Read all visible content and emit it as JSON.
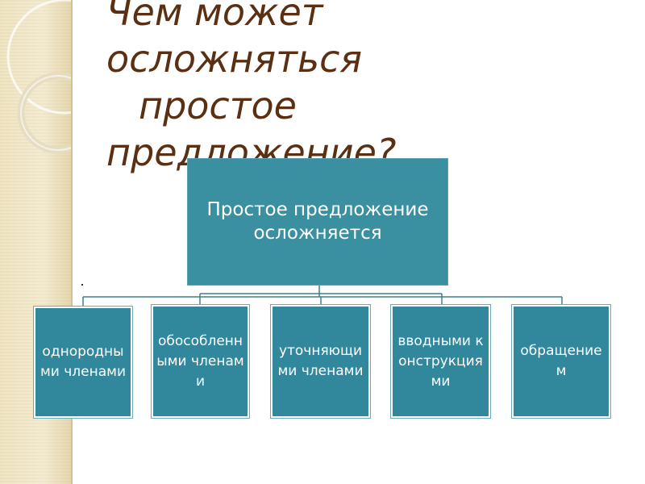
{
  "slide": {
    "title_lines": [
      "Чем может",
      "осложняться",
      "простое",
      "предложение?"
    ]
  },
  "diagram": {
    "root": {
      "label": "Простое предложение осложняется"
    },
    "children": [
      {
        "label": "однородными членами"
      },
      {
        "label": "обособленными членами"
      },
      {
        "label": "уточняющими членами"
      },
      {
        "label": "вводными конструкциями"
      },
      {
        "label": "обращением"
      }
    ]
  },
  "colors": {
    "title": "#5b2f12",
    "box_fill": "#3a8fa1",
    "connector": "#3f7f8c",
    "panel": "#efe2bd"
  }
}
